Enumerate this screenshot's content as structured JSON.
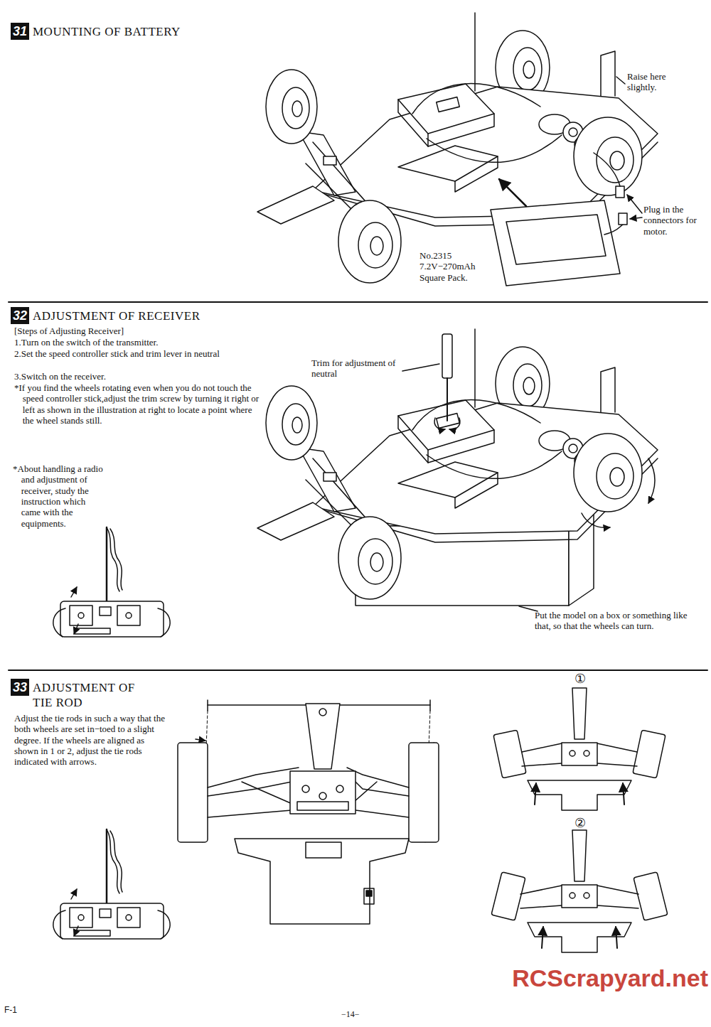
{
  "diagram": {
    "nodes": [
      {
        "text": [
          "31",
          "MOUNTING OF BATTERY"
        ]
      },
      {
        "text": [
          "32",
          "ADJUSTMENT OF RECEIVER"
        ]
      },
      {
        "text": [
          "33",
          "ADJUSTMENT OF TIE ROD"
        ]
      }
    ],
    "labels": [
      "Raise here slightly.",
      "Plug in the connectors for motor.",
      "No.2315 7.2V−270mAh Square Pack.",
      "[Steps of Adjusting Receiver]",
      "1.Turn on the switch of the transmitter.",
      "2.Set the speed controller stick and trim lever in neutral",
      "3.Switch on the receiver.",
      "*If you find the wheels rotating even when you do not touch the speed controller stick,adjust the trim screw by turning it right or left as shown in the illustration at right to locate a point where the wheel stands still.",
      "*About handling a radio and adjustment of receiver, study the instruction which came with the equipments.",
      "Trim for adjustment of neutral",
      "Put the model on a box or something like that, so that the wheels can turn.",
      "Adjust the tie rods in such a way that the both wheels are set in−toed to a slight degree. If the wheels are aligned as shown in 1 or 2, adjust the tie rods indicated with arrows.",
      "①",
      "②",
      "F-1",
      "−14−",
      "RCScrapyard.net"
    ]
  }
}
